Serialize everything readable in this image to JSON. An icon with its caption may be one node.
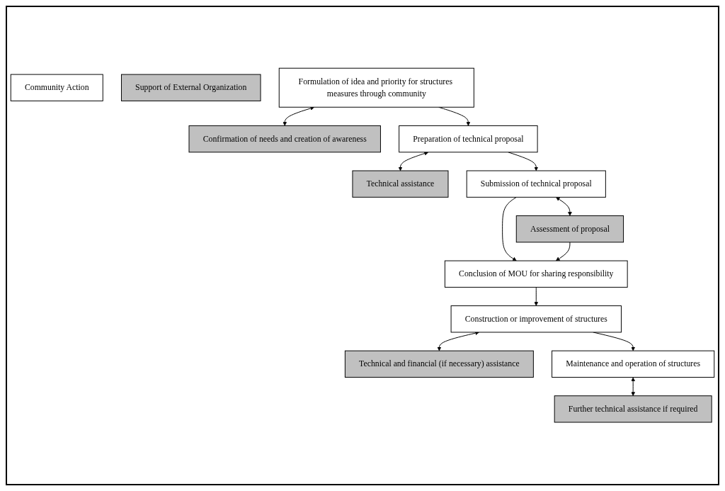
{
  "diagram": {
    "nodes": [
      {
        "text": [
          "Community Action"
        ]
      },
      {
        "text": [
          "Support of External Organization"
        ]
      },
      {
        "text": [
          "Formulation of idea and priority for structures measures through community"
        ]
      },
      {
        "text": [
          "Confirmation of needs and creation of awareness"
        ]
      },
      {
        "text": [
          "Preparation of technical proposal"
        ]
      },
      {
        "text": [
          "Technical assistance"
        ]
      },
      {
        "text": [
          "Submission of technical proposal"
        ]
      },
      {
        "text": [
          "Assessment of proposal"
        ]
      },
      {
        "text": [
          "Conclusion of MOU for sharing responsibility"
        ]
      },
      {
        "text": [
          "Construction or improvement of structures"
        ]
      },
      {
        "text": [
          "Technical and financial (if necessary) assistance"
        ]
      },
      {
        "text": [
          "Maintenance and operation of structures"
        ]
      },
      {
        "text": [
          "Further technical assistance if required"
        ]
      }
    ],
    "edges": [
      {
        "from": 2,
        "to": 3,
        "arrow": "both"
      },
      {
        "from": 2,
        "to": 4,
        "arrow": "to"
      },
      {
        "from": 4,
        "to": 5,
        "arrow": "both"
      },
      {
        "from": 4,
        "to": 6,
        "arrow": "to"
      },
      {
        "from": 6,
        "to": 7,
        "arrow": "both"
      },
      {
        "from": 6,
        "to": 8,
        "arrow": "to"
      },
      {
        "from": 7,
        "to": 8,
        "arrow": "to"
      },
      {
        "from": 8,
        "to": 9,
        "arrow": "to"
      },
      {
        "from": 9,
        "to": 10,
        "arrow": "both"
      },
      {
        "from": 9,
        "to": 11,
        "arrow": "to"
      },
      {
        "from": 11,
        "to": 12,
        "arrow": "both"
      }
    ]
  }
}
